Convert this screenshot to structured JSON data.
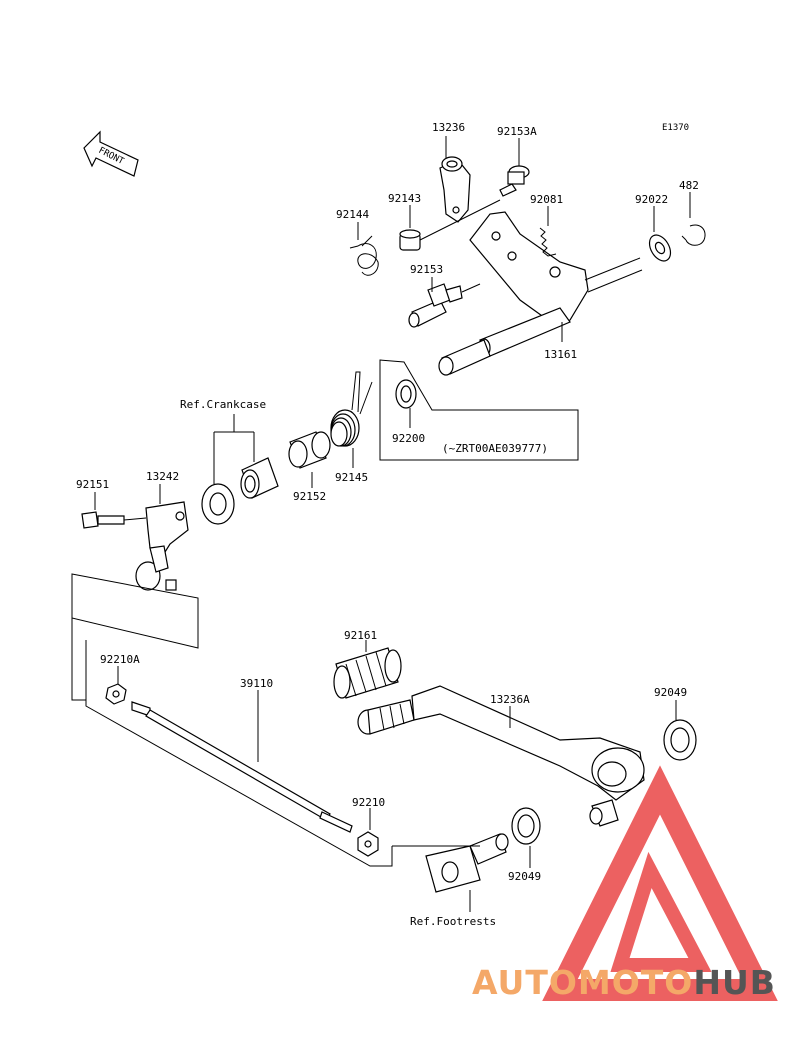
{
  "diagram_code": "E1370",
  "front_arrow_label": "FRONT",
  "labels": {
    "p13236": "13236",
    "p92153a": "92153A",
    "p92143": "92143",
    "p92144": "92144",
    "p92081": "92081",
    "p92022": "92022",
    "p482": "482",
    "p92153": "92153",
    "p13161": "13161",
    "p92200": "92200",
    "serial_note": "(~ZRT00AE039777)",
    "ref_crankcase": "Ref.Crankcase",
    "p92145": "92145",
    "p92152": "92152",
    "p92151": "92151",
    "p13242": "13242",
    "p92161": "92161",
    "p92210a": "92210A",
    "p39110": "39110",
    "p13236a": "13236A",
    "p92049_top": "92049",
    "p92210": "92210",
    "p92049_bottom": "92049",
    "ref_footrests": "Ref.Footrests"
  },
  "watermark": {
    "part1": "AUTOMOTO",
    "part2": "HUB",
    "color1": "#f4a868",
    "color2": "#555555",
    "logo_color": "#e83a3a"
  }
}
